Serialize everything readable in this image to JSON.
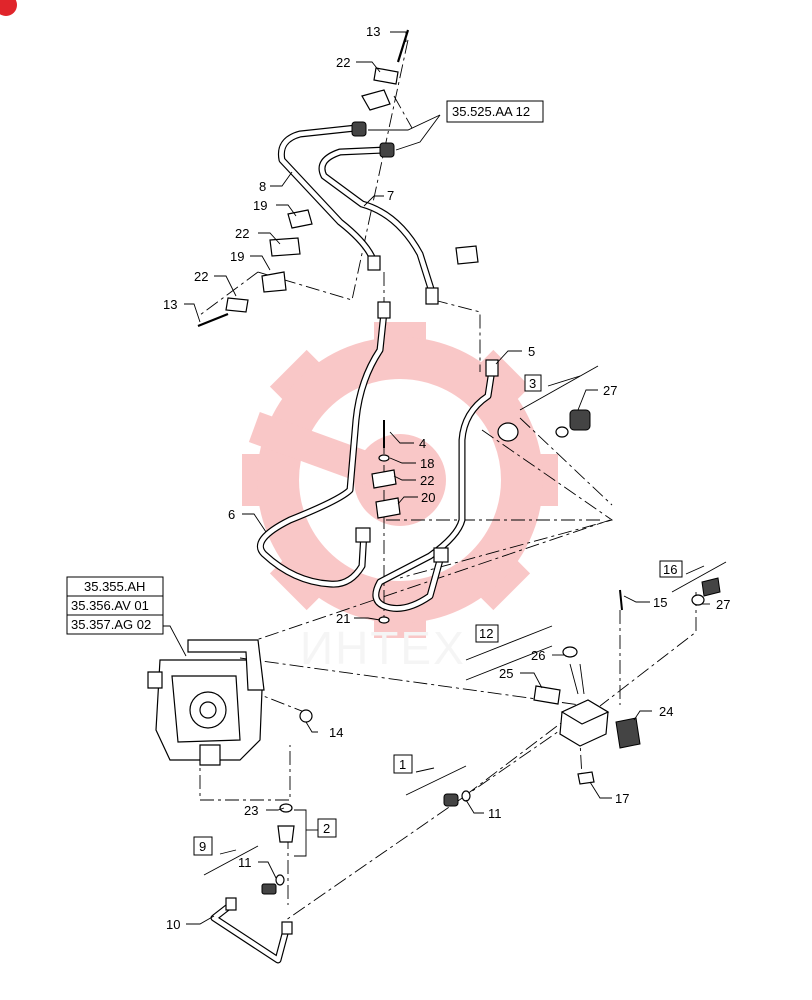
{
  "watermark": {
    "text": "ИНТЕХ",
    "color": "#f05a5a"
  },
  "references": {
    "r1": "35.525.AA 12",
    "r2": "35.355.AH",
    "r3": "35.356.AV 01",
    "r4": "35.357.AG 02"
  },
  "group_labels": {
    "g3": "3",
    "g16": "16",
    "g12": "12",
    "g1": "1",
    "g2": "2",
    "g9": "9"
  },
  "part_labels": {
    "p13a": "13",
    "p22a": "22",
    "p8": "8",
    "p7": "7",
    "p19a": "19",
    "p22b": "22",
    "p19b": "19",
    "p22c": "22",
    "p13b": "13",
    "p5": "5",
    "p27a": "27",
    "p4": "4",
    "p18": "18",
    "p22d": "22",
    "p20": "20",
    "p6": "6",
    "p21": "21",
    "p15": "15",
    "p27b": "27",
    "p26": "26",
    "p25": "25",
    "p24": "24",
    "p14": "14",
    "p17": "17",
    "p11a": "11",
    "p23": "23",
    "p11b": "11",
    "p10": "10"
  }
}
